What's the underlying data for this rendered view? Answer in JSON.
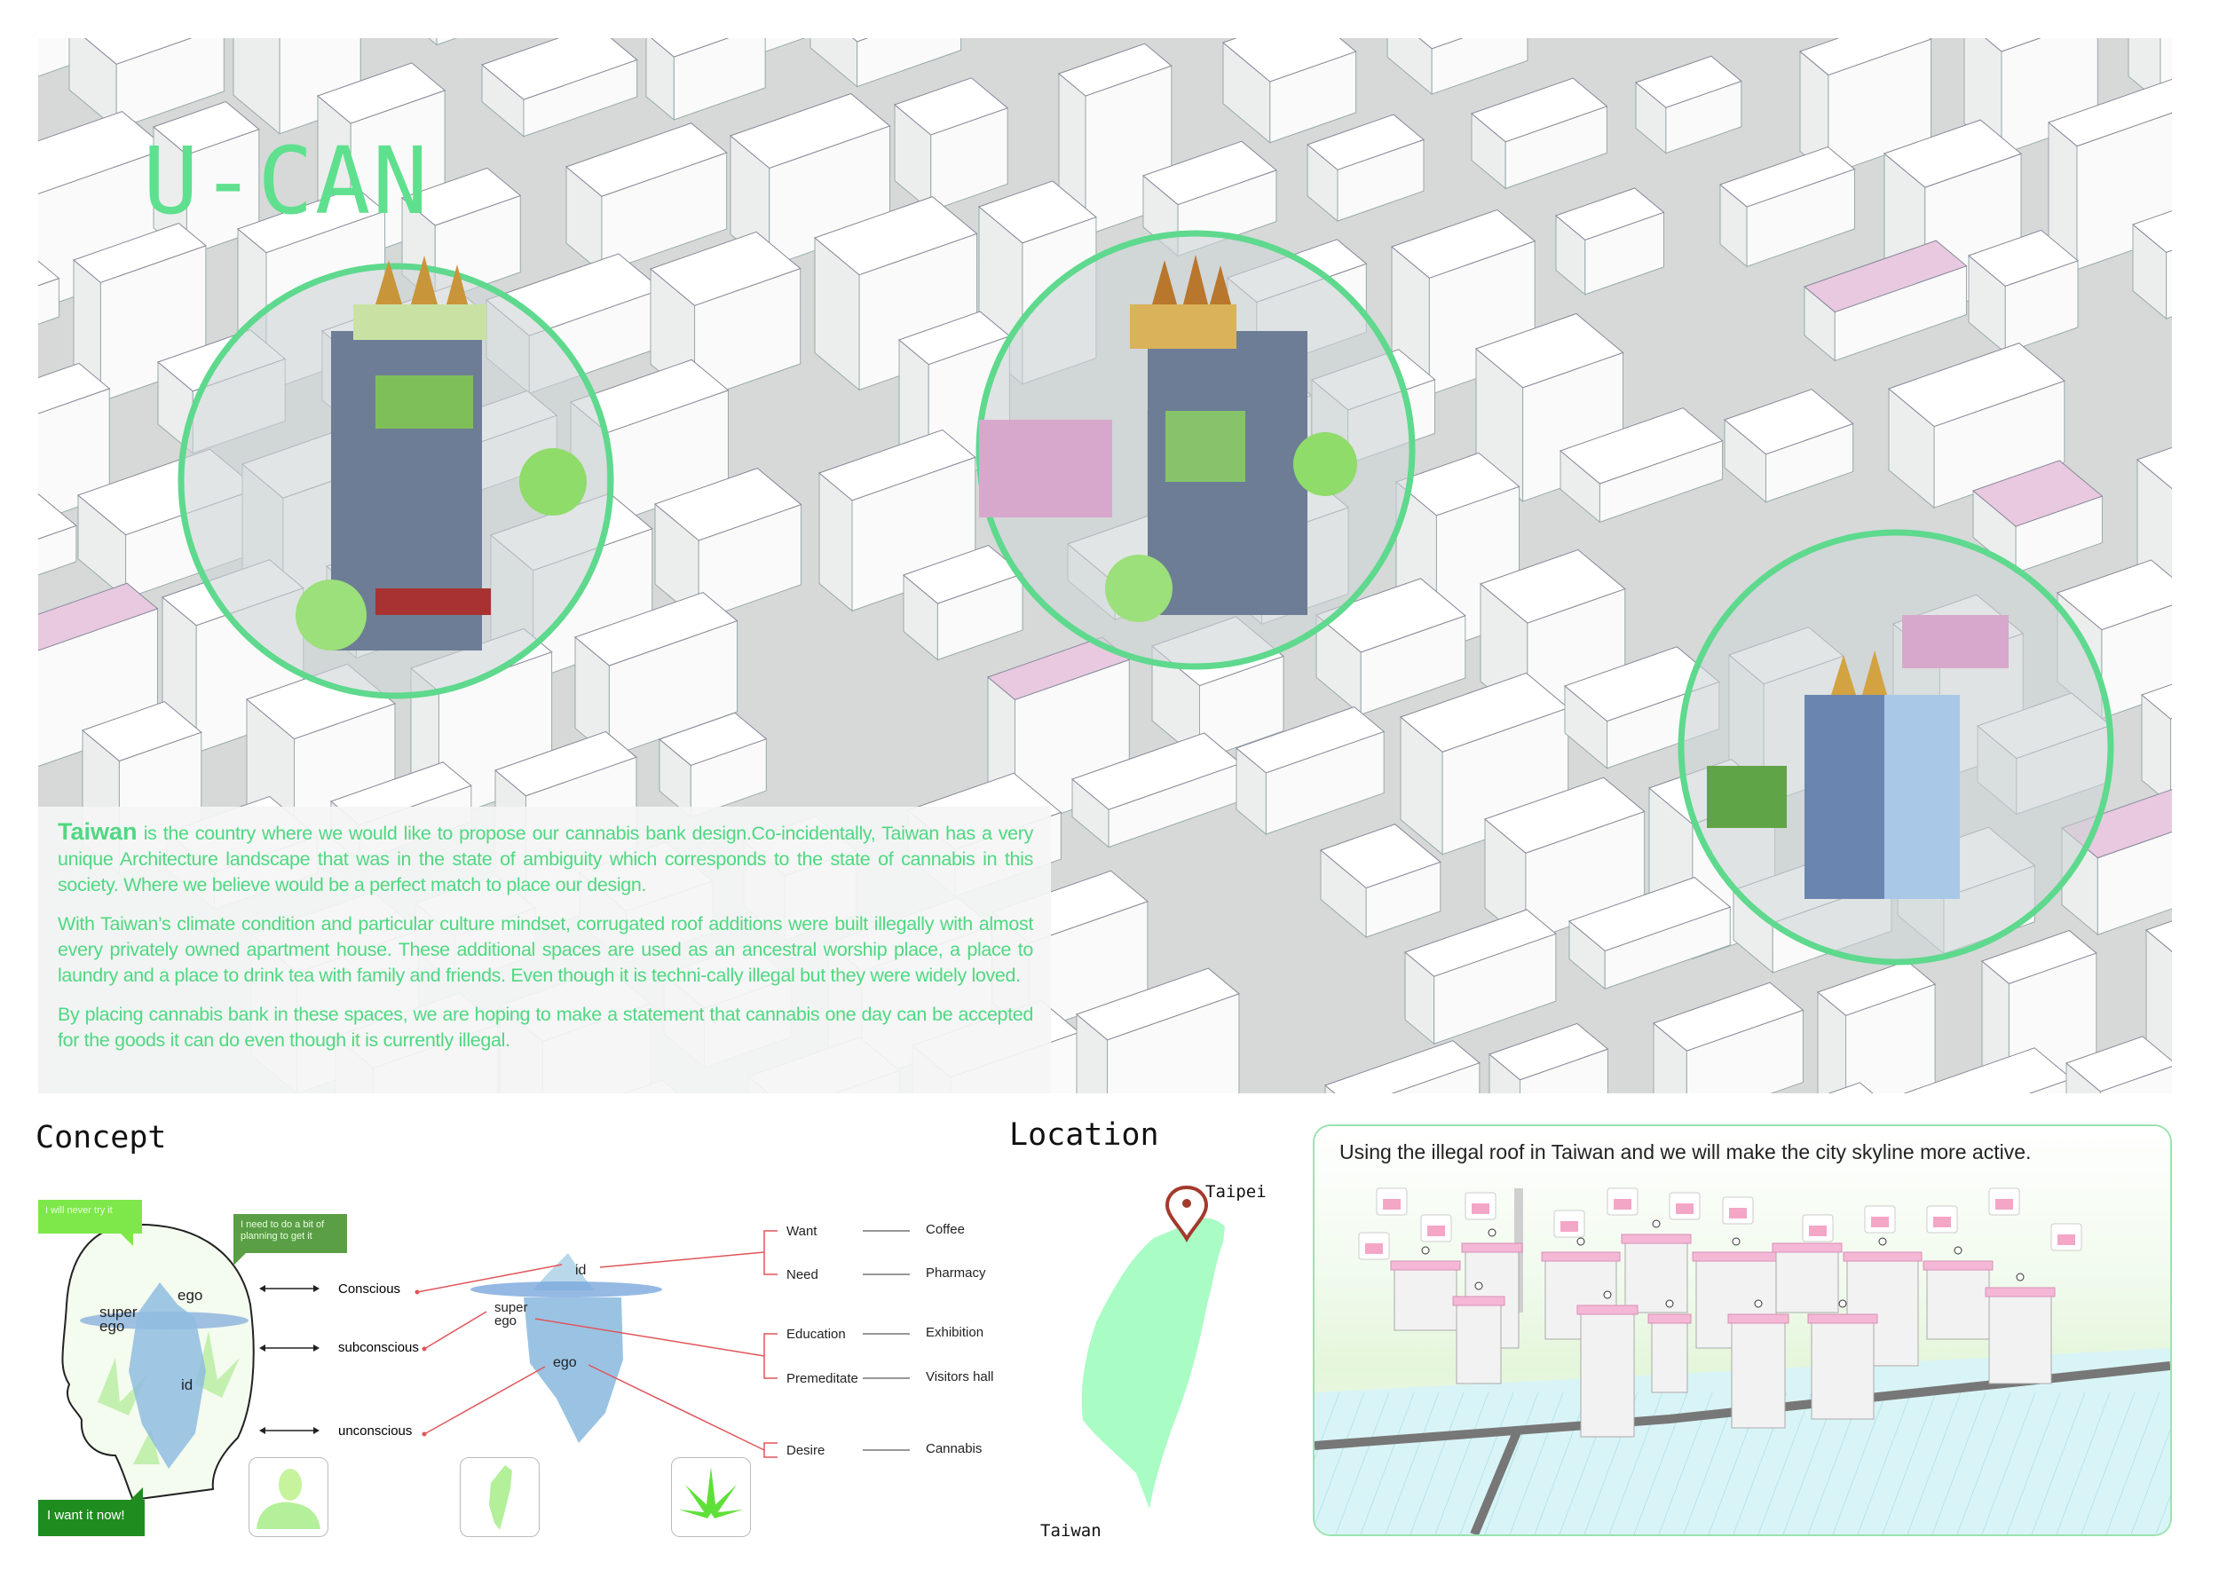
{
  "title": "U-CAN",
  "intro": {
    "highlight": "Taiwan",
    "p1_rest": " is the country where we would like to propose our cannabis bank design.Co-incidentally, Taiwan has a very unique Architecture landscape that was in the state of ambiguity which corresponds to the state of cannabis in this society. Where we believe would be a perfect match to place our design.",
    "p2": "With Taiwan’s climate condition and particular culture mindset, corrugated roof additions were built illegally with almost every privately owned apartment house. These additional spaces are used as an ancestral worship place, a place to laundry and a place to drink tea with family and friends. Even though it is techni-cally illegal but they were widely loved.",
    "p3": "By placing cannabis bank in these spaces, we are hoping to make a statement that cannabis one day can be accepted for the goods it can do even though it is currently illegal."
  },
  "concept": {
    "heading": "Concept",
    "bubbles": [
      "I will never try it",
      "I need to do a bit of planning to get it",
      "I want it now!"
    ],
    "head_labels": {
      "ego": "ego",
      "super": "super",
      "super_ego": "ego",
      "id": "id"
    },
    "levels": [
      "Conscious",
      "subconscious",
      "unconscious"
    ],
    "iceberg_labels": {
      "id": "id",
      "super": "super",
      "super_ego": "ego",
      "ego": "ego"
    },
    "mapping": [
      {
        "drive": "Want",
        "place": "Coffee"
      },
      {
        "drive": "Need",
        "place": "Pharmacy"
      },
      {
        "drive": "Education",
        "place": "Exhibition"
      },
      {
        "drive": "Premeditate",
        "place": "Visitors  hall"
      },
      {
        "drive": "Desire",
        "place": "Cannabis"
      }
    ],
    "icons": [
      "freud-portrait-icon",
      "taiwan-map-icon",
      "cannabis-leaf-icon"
    ]
  },
  "location": {
    "heading": "Location",
    "city": "Taipei",
    "country": "Taiwan"
  },
  "skyline": {
    "caption": "Using the illegal roof in Taiwan and we will make the city skyline more active."
  },
  "colors": {
    "accent": "#5fe08e",
    "red": "#e0555a",
    "pink": "#f4b8d6",
    "map": "#a9fcc4"
  }
}
